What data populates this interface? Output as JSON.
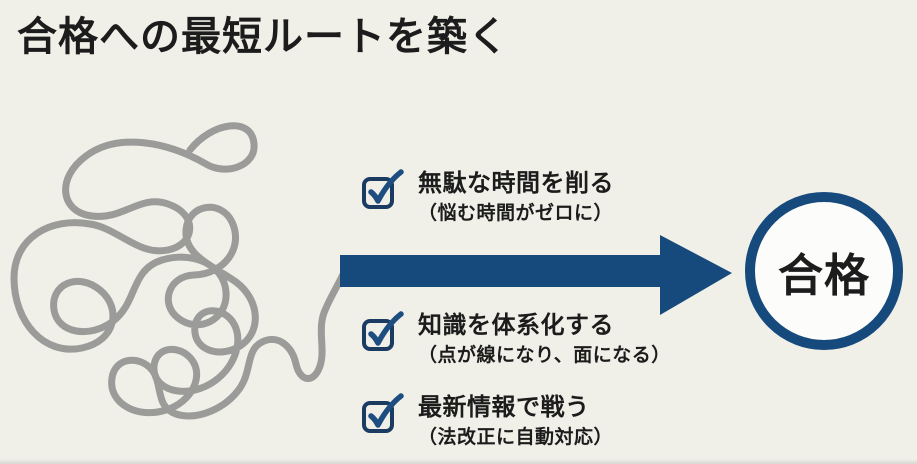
{
  "title": "合格への最短ルートを築く",
  "goal": {
    "label": "合格"
  },
  "items": [
    {
      "label": "無駄な時間を削る",
      "note": "（悩む時間がゼロに）"
    },
    {
      "label": "知識を体系化する",
      "note": "（点が線になり、面になる）"
    },
    {
      "label": "最新情報で戦う",
      "note": "（法改正に自動対応）"
    }
  ],
  "icons": {
    "checkbox": "checkbox-checked-icon",
    "arrow": "arrow-right-icon",
    "scribble": "tangled-line-drawing"
  },
  "colors": {
    "background": "#f0efe8",
    "navy": "#164a7c",
    "box-border": "#1b3c60",
    "check": "#1e4d80",
    "scribble": "#9b9b99",
    "text": "#1c1c1c"
  }
}
